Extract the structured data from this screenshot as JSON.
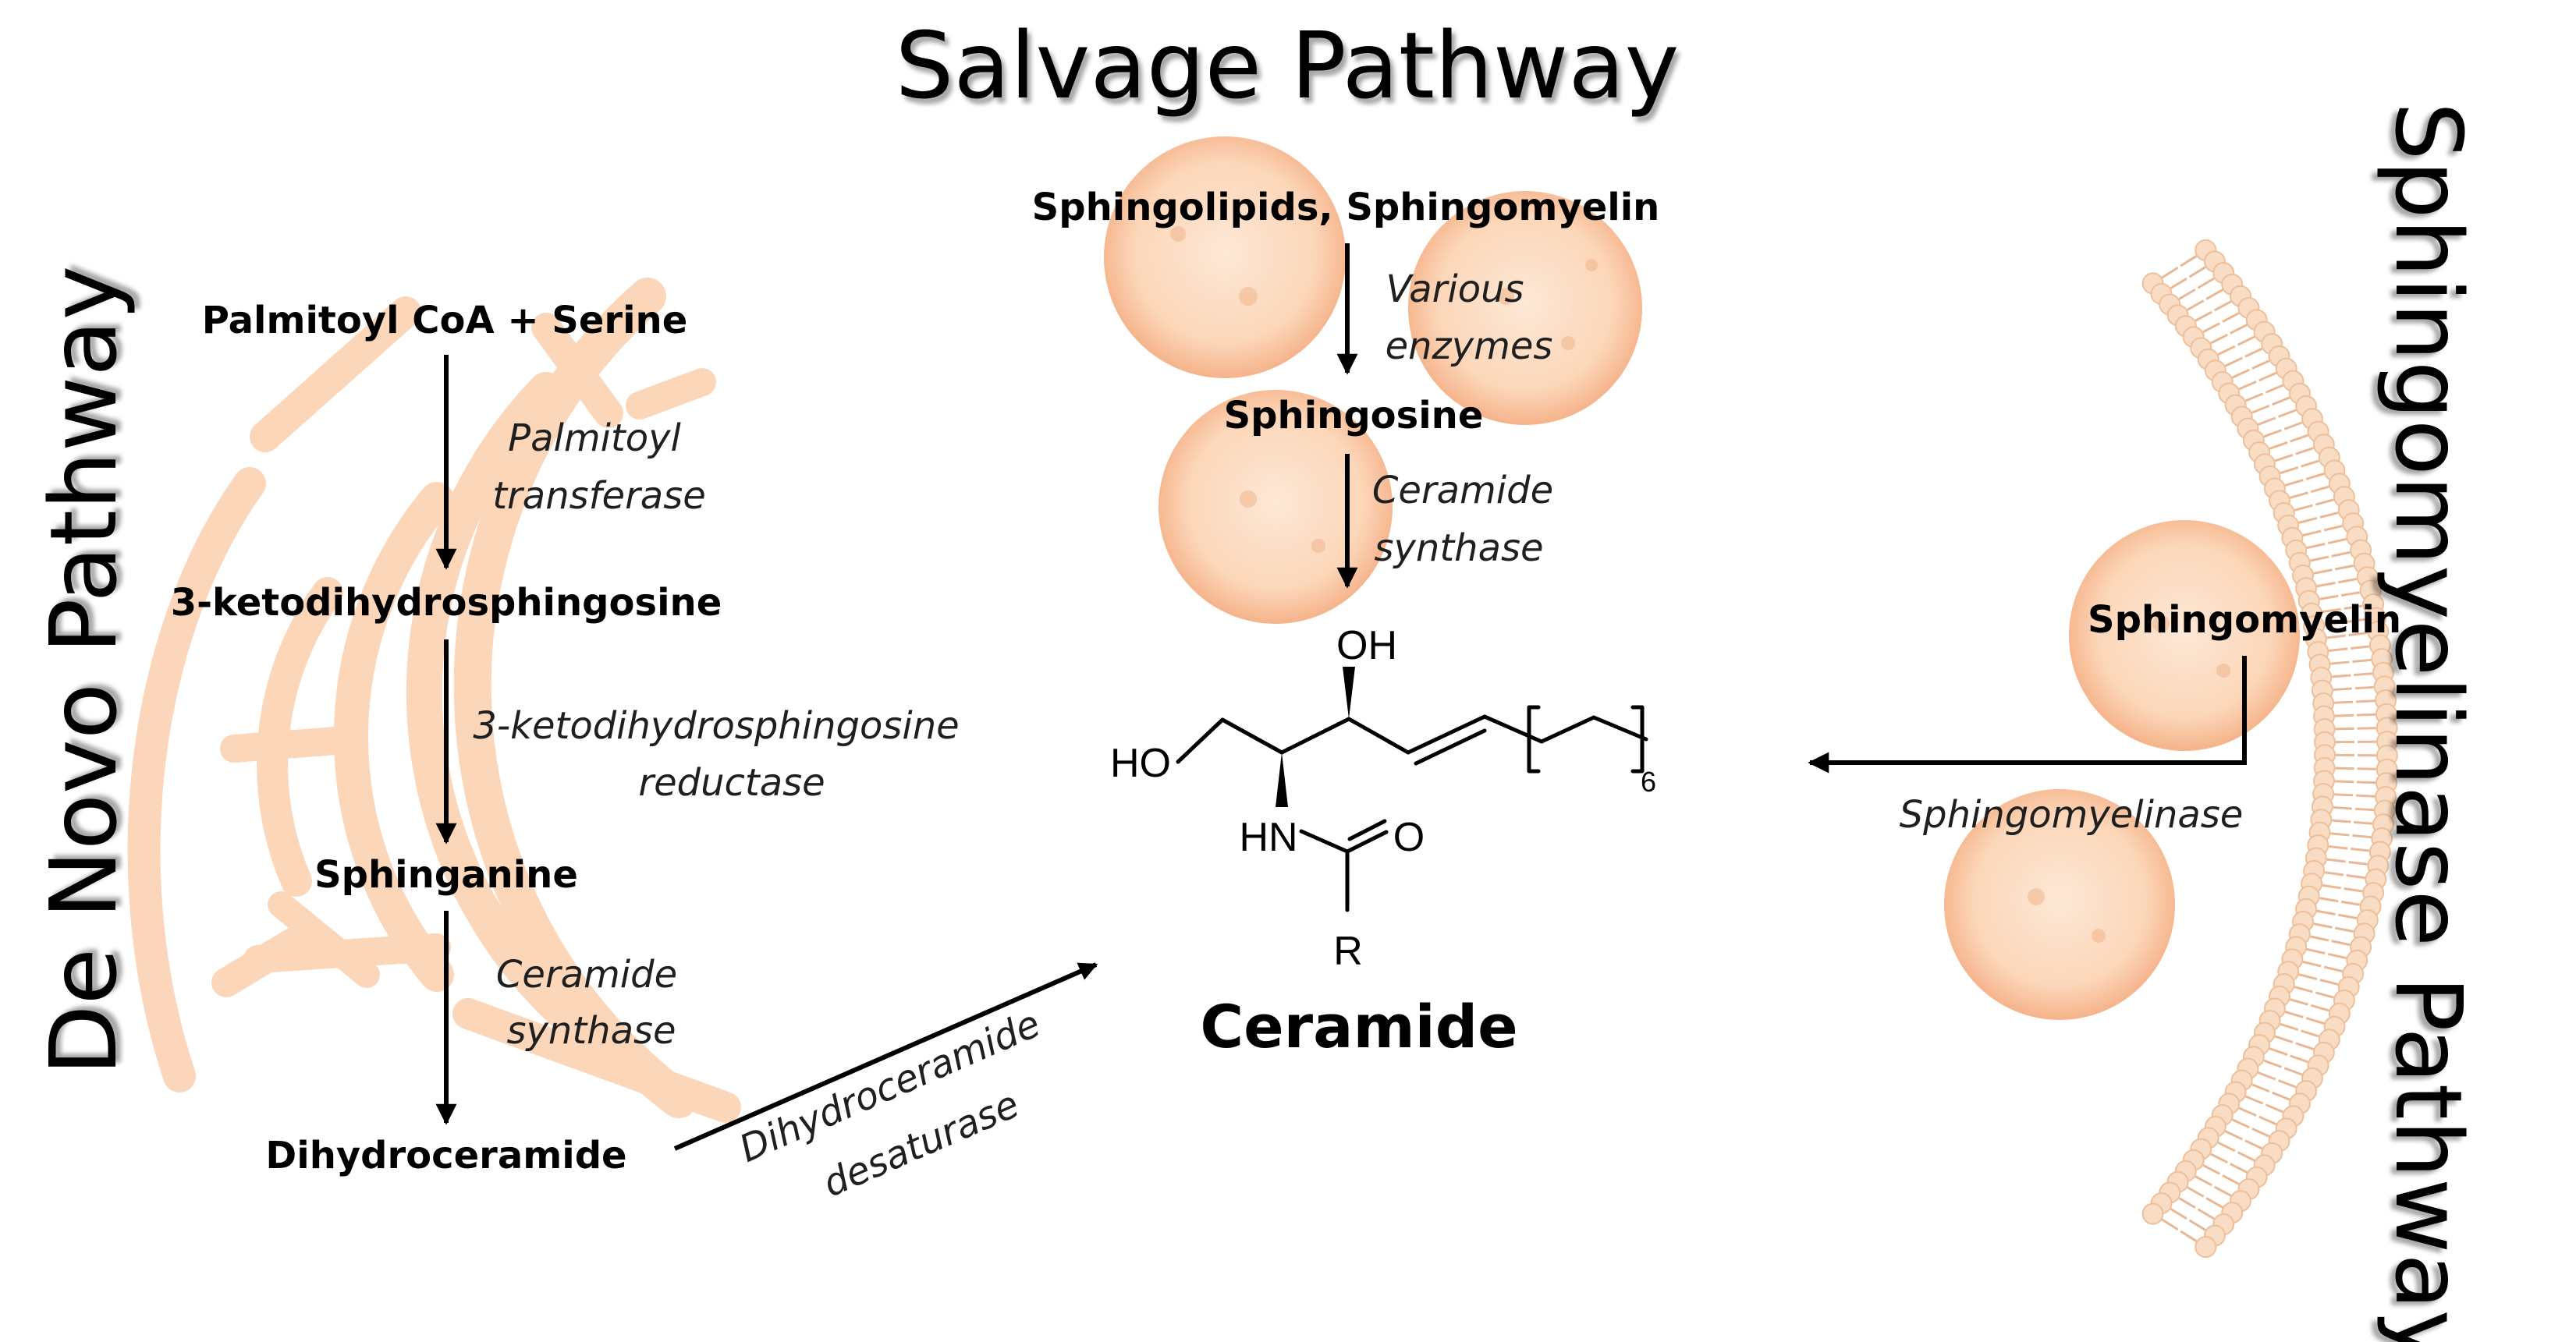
{
  "pathways": {
    "de_novo": "De Novo Pathway",
    "salvage": "Salvage Pathway",
    "sphingomyelinase": "Sphingomyelinase Pathway"
  },
  "de_novo": {
    "steps": [
      "Palmitoyl CoA + Serine",
      "3-ketodihydrosphingosine",
      "Sphinganine",
      "Dihydroceramide"
    ],
    "enzymes": [
      [
        "Palmitoyl",
        "transferase"
      ],
      [
        "3-ketodihydrosphingosine",
        "reductase"
      ],
      [
        "Ceramide",
        "synthase"
      ]
    ],
    "final_enzyme": [
      "Dihydroceramide",
      "desaturase"
    ]
  },
  "salvage": {
    "steps": [
      "Sphingolipids, Sphingomyelin",
      "Sphingosine"
    ],
    "enzymes": [
      [
        "Various",
        "enzymes"
      ],
      [
        "Ceramide",
        "synthase"
      ]
    ]
  },
  "sphingomyelinase": {
    "substrate": "Sphingomyelin",
    "enzyme": "Sphingomyelinase"
  },
  "ceramide": {
    "name": "Ceramide",
    "atoms": {
      "hydroxyl_top": "OH",
      "hydroxyl_left": "HO",
      "amide_nh": "HN",
      "carbonyl_o": "O",
      "r_group": "R",
      "repeat_count": "6"
    }
  },
  "colors": {
    "organelle_fill": "#fbd8be",
    "organelle_dark": "#f4b58a",
    "membrane_head": "#f9dcc4",
    "membrane_line": "#e8b895",
    "text": "#000000",
    "arrow": "#000000"
  }
}
